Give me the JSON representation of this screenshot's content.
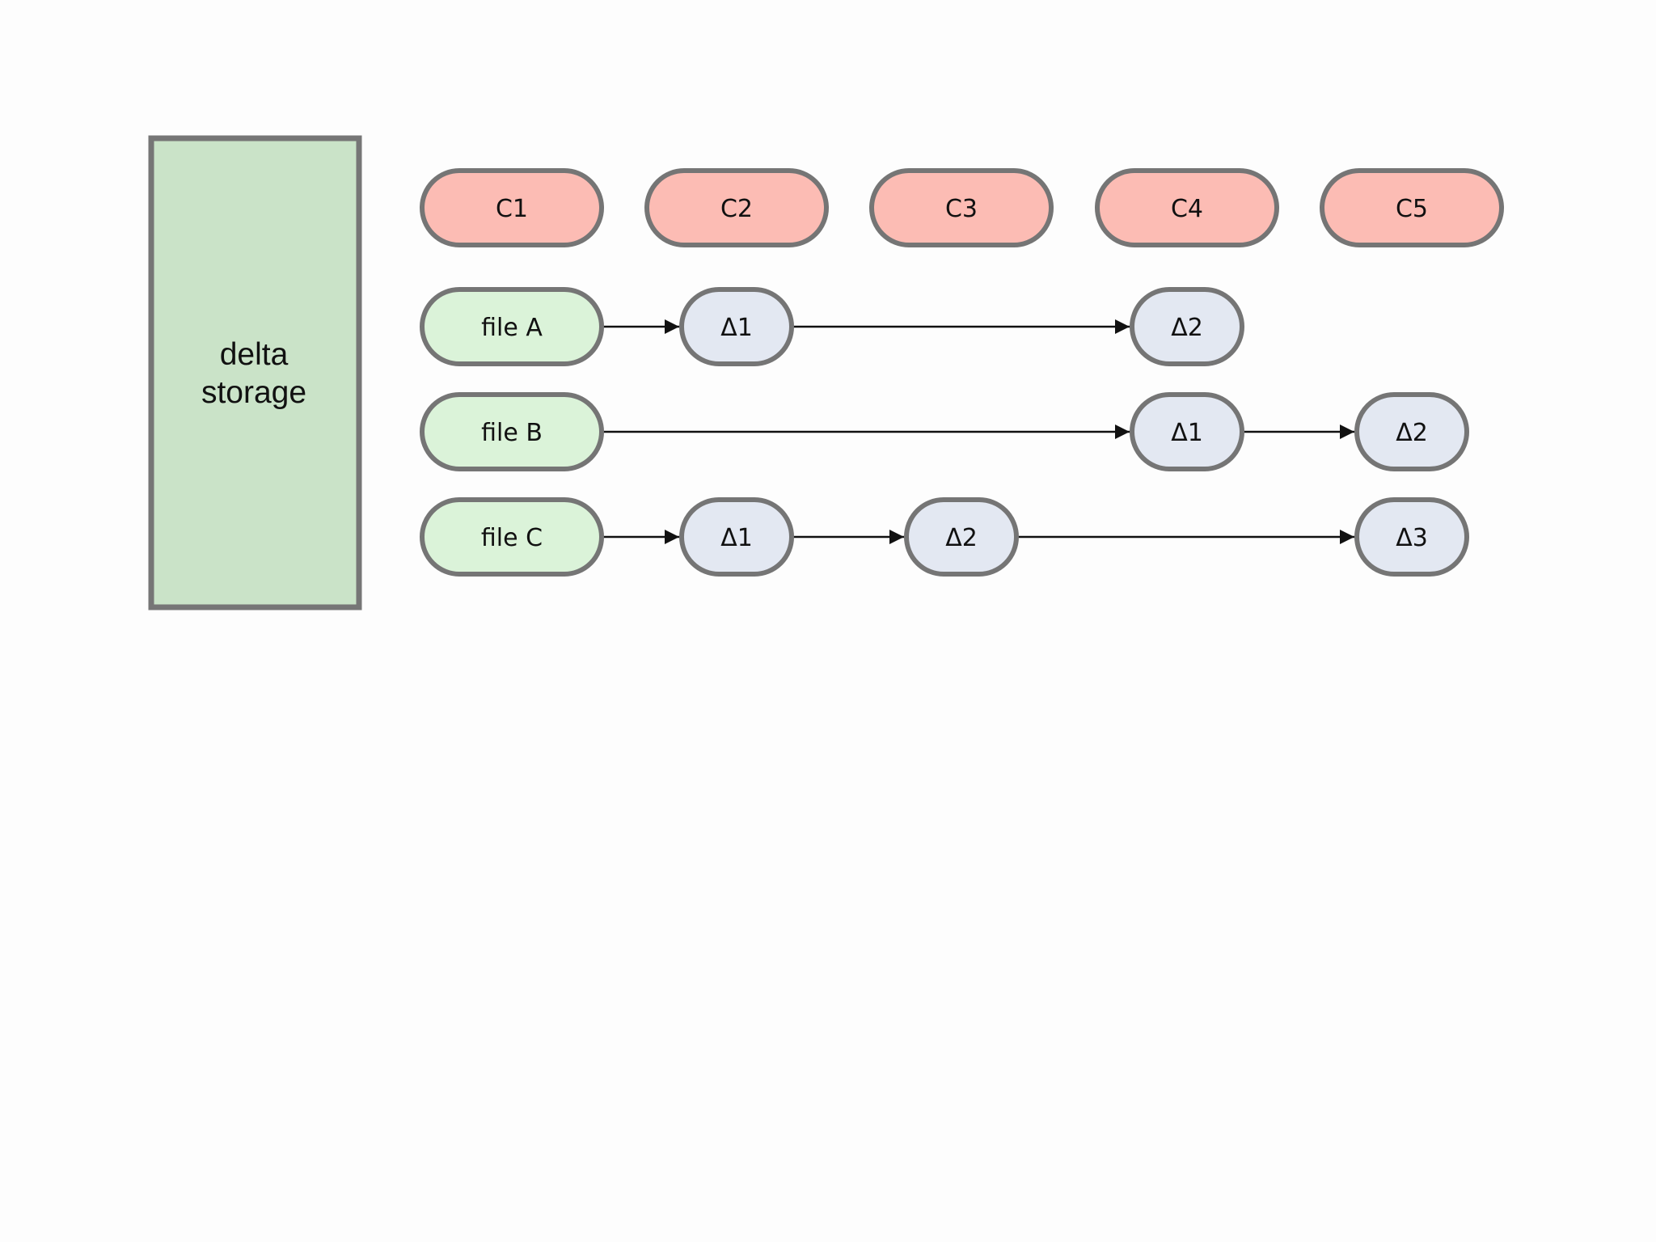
{
  "storage": {
    "line1": "delta",
    "line2": "storage"
  },
  "commits": [
    "C1",
    "C2",
    "C3",
    "C4",
    "C5"
  ],
  "rows": [
    {
      "file": "file A",
      "deltas": [
        {
          "label": "Δ1",
          "commit": 2
        },
        {
          "label": "Δ2",
          "commit": 4
        }
      ]
    },
    {
      "file": "file B",
      "deltas": [
        {
          "label": "Δ1",
          "commit": 4
        },
        {
          "label": "Δ2",
          "commit": 5
        }
      ]
    },
    {
      "file": "file C",
      "deltas": [
        {
          "label": "Δ1",
          "commit": 2
        },
        {
          "label": "Δ2",
          "commit": 3
        },
        {
          "label": "Δ3",
          "commit": 5
        }
      ]
    }
  ],
  "colors": {
    "storage_fill": "#cae3c8",
    "commit_fill": "#fcbcb4",
    "file_fill": "#dbf3d9",
    "delta_fill": "#e3e8f2",
    "outline": "#757575"
  }
}
